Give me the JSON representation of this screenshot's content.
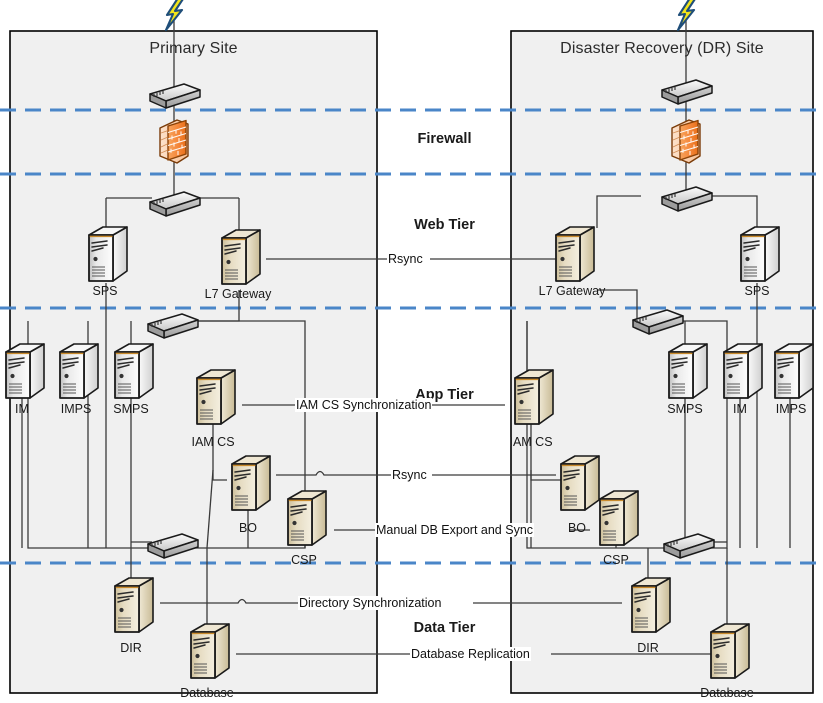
{
  "diagram": {
    "title_primary": "Primary Site",
    "title_dr": "Disaster Recovery (DR) Site",
    "colors": {
      "site_fill": "#f0f0f0",
      "site_stroke": "#000000",
      "tier_divider": "#4a86c8",
      "link": "#404040",
      "server_tan": "#e8ddc0",
      "server_white": "#f2f2f2",
      "firewall": "#f58b35",
      "bolt": "#f2e41a",
      "bolt_outline": "#1f4e79",
      "switch": "#d9d9d9"
    }
  },
  "tiers": [
    {
      "label": "Firewall"
    },
    {
      "label": "Web Tier"
    },
    {
      "label": "App Tier"
    },
    {
      "label": "Data Tier"
    }
  ],
  "sites": {
    "primary": {
      "name": "Primary Site",
      "nodes": [
        {
          "id": "p-bolt",
          "type": "internet-bolt",
          "label": ""
        },
        {
          "id": "p-sw-edge",
          "type": "switch",
          "label": ""
        },
        {
          "id": "p-fw",
          "type": "firewall",
          "label": ""
        },
        {
          "id": "p-sw-web",
          "type": "switch",
          "label": ""
        },
        {
          "id": "p-sps",
          "type": "server-white",
          "label": "SPS"
        },
        {
          "id": "p-l7",
          "type": "server-tan",
          "label": "L7 Gateway"
        },
        {
          "id": "p-sw-app",
          "type": "switch",
          "label": ""
        },
        {
          "id": "p-im",
          "type": "server-white",
          "label": "IM"
        },
        {
          "id": "p-imps",
          "type": "server-white",
          "label": "IMPS"
        },
        {
          "id": "p-smps",
          "type": "server-white",
          "label": "SMPS"
        },
        {
          "id": "p-iamcs",
          "type": "server-tan",
          "label": "IAM CS"
        },
        {
          "id": "p-bo",
          "type": "server-tan",
          "label": "BO"
        },
        {
          "id": "p-csp",
          "type": "server-tan",
          "label": "CSP"
        },
        {
          "id": "p-sw-data",
          "type": "switch",
          "label": ""
        },
        {
          "id": "p-dir",
          "type": "server-tan",
          "label": "DIR"
        },
        {
          "id": "p-db",
          "type": "server-tan",
          "label": "Database"
        }
      ]
    },
    "dr": {
      "name": "Disaster Recovery (DR) Site",
      "nodes": [
        {
          "id": "d-bolt",
          "type": "internet-bolt",
          "label": ""
        },
        {
          "id": "d-sw-edge",
          "type": "switch",
          "label": ""
        },
        {
          "id": "d-fw",
          "type": "firewall",
          "label": ""
        },
        {
          "id": "d-sw-web",
          "type": "switch",
          "label": ""
        },
        {
          "id": "d-l7",
          "type": "server-tan",
          "label": "L7 Gateway"
        },
        {
          "id": "d-sps",
          "type": "server-white",
          "label": "SPS"
        },
        {
          "id": "d-sw-app",
          "type": "switch",
          "label": ""
        },
        {
          "id": "d-iamcs",
          "type": "server-tan",
          "label": "IAM CS"
        },
        {
          "id": "d-smps",
          "type": "server-white",
          "label": "SMPS"
        },
        {
          "id": "d-im",
          "type": "server-white",
          "label": "IM"
        },
        {
          "id": "d-imps",
          "type": "server-white",
          "label": "IMPS"
        },
        {
          "id": "d-bo",
          "type": "server-tan",
          "label": "BO"
        },
        {
          "id": "d-csp",
          "type": "server-tan",
          "label": "CSP"
        },
        {
          "id": "d-sw-data",
          "type": "switch",
          "label": ""
        },
        {
          "id": "d-dir",
          "type": "server-tan",
          "label": "DIR"
        },
        {
          "id": "d-db",
          "type": "server-tan",
          "label": "Database"
        }
      ]
    }
  },
  "cross_site_links": [
    {
      "id": "link-rsync-web",
      "label": "Rsync",
      "tier": "Web Tier"
    },
    {
      "id": "link-iamcs-sync",
      "label": "IAM CS Synchronization",
      "tier": "App Tier"
    },
    {
      "id": "link-rsync-app",
      "label": "Rsync",
      "tier": "App Tier"
    },
    {
      "id": "link-manual-db",
      "label": "Manual DB Export and Sync",
      "tier": "App Tier"
    },
    {
      "id": "link-dir-sync",
      "label": "Directory Synchronization",
      "tier": "Data Tier"
    },
    {
      "id": "link-db-repl",
      "label": "Database Replication",
      "tier": "Data Tier"
    }
  ]
}
